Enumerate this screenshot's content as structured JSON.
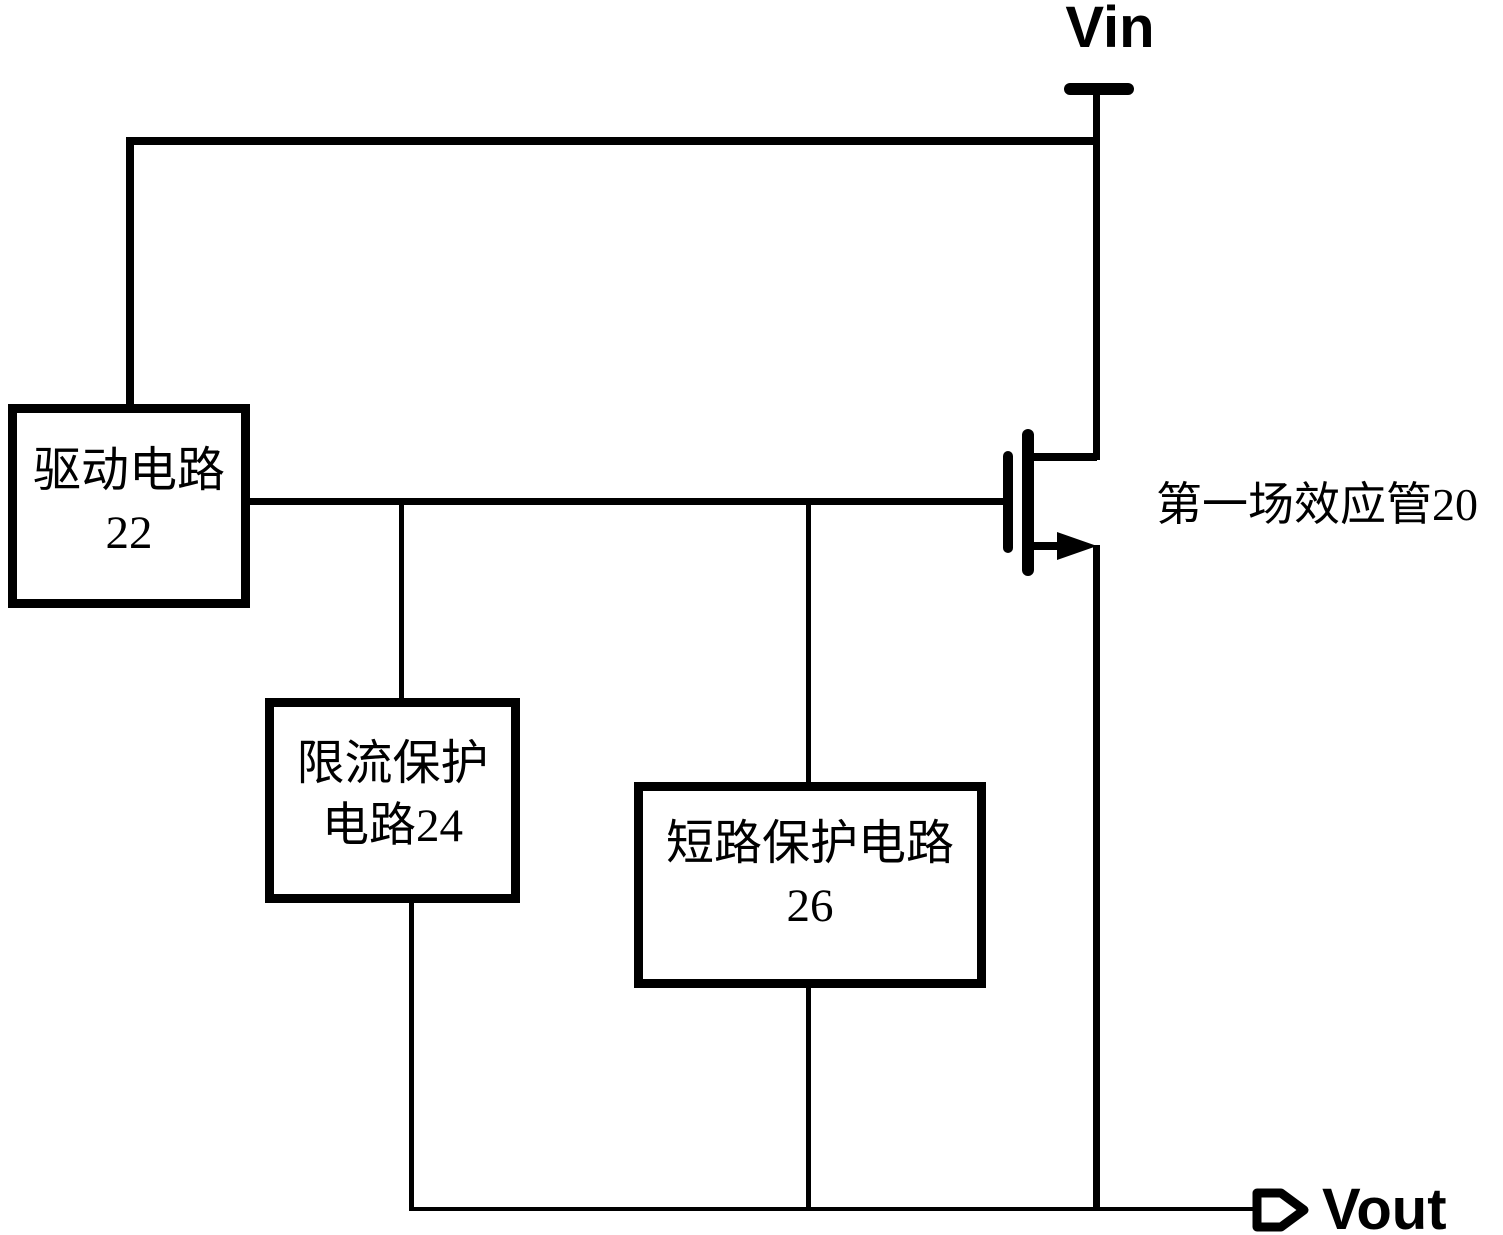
{
  "terminals": {
    "vin": "Vin",
    "vout": "Vout"
  },
  "blocks": [
    {
      "id": "drive-circuit",
      "line1": "驱动电路",
      "line2": "22"
    },
    {
      "id": "current-limit-protection-circuit",
      "line1": "限流保护",
      "line2": "电路24"
    },
    {
      "id": "short-circuit-protection-circuit",
      "line1": "短路保护电路",
      "line2": "26"
    }
  ],
  "transistor": {
    "label": "第一场效应管20"
  },
  "colors": {
    "line": "#000000",
    "background": "#ffffff"
  }
}
